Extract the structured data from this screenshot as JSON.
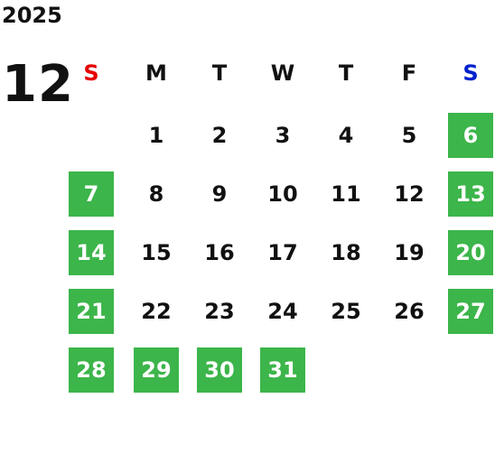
{
  "calendar": {
    "year": "2025",
    "month": "12",
    "weekday_headers": [
      {
        "label": "S",
        "color": "#e60000"
      },
      {
        "label": "M",
        "color": "#111111"
      },
      {
        "label": "T",
        "color": "#111111"
      },
      {
        "label": "W",
        "color": "#111111"
      },
      {
        "label": "T",
        "color": "#111111"
      },
      {
        "label": "F",
        "color": "#111111"
      },
      {
        "label": "S",
        "color": "#0022cc"
      }
    ],
    "first_weekday_index": 1,
    "days_in_month": 31,
    "highlighted_days": [
      6,
      7,
      13,
      14,
      20,
      21,
      27,
      28,
      29,
      30,
      31
    ],
    "highlight_color": "#3cb54a"
  }
}
